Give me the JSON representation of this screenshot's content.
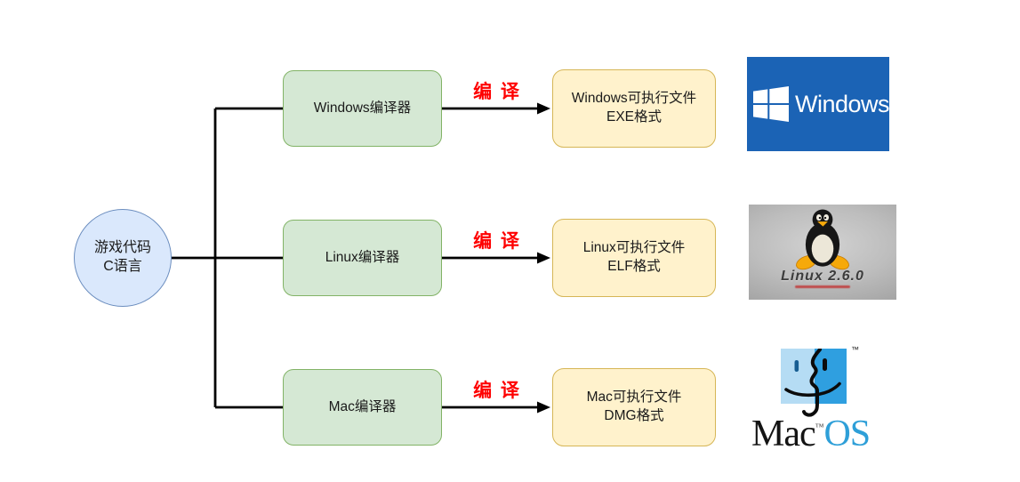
{
  "diagram": {
    "source": {
      "line1": "游戏代码",
      "line2": "C语言"
    },
    "edge_label": "编 译",
    "rows": [
      {
        "compiler": "Windows编译器",
        "output_line1": "Windows可执行文件",
        "output_line2": "EXE格式"
      },
      {
        "compiler": "Linux编译器",
        "output_line1": "Linux可执行文件",
        "output_line2": "ELF格式"
      },
      {
        "compiler": "Mac编译器",
        "output_line1": "Mac可执行文件",
        "output_line2": "DMG格式"
      }
    ]
  },
  "logos": {
    "windows": {
      "label": "Windows",
      "icon": "windows-flag-icon",
      "bg_color": "#1b63b5"
    },
    "linux": {
      "caption": "Linux 2.6.0",
      "icon": "tux-penguin-icon"
    },
    "mac": {
      "word_black": "Mac",
      "trademark": "™",
      "word_blue": "OS",
      "icon": "finder-face-icon",
      "blue": "#2e9fd8"
    }
  },
  "colors": {
    "source_fill": "#dae8fc",
    "source_border": "#6c8ebf",
    "compiler_fill": "#d5e8d4",
    "compiler_border": "#82b366",
    "output_fill": "#fff2cc",
    "output_border": "#d6b656",
    "edge_label_red": "#fe0000",
    "connector": "#000000"
  }
}
